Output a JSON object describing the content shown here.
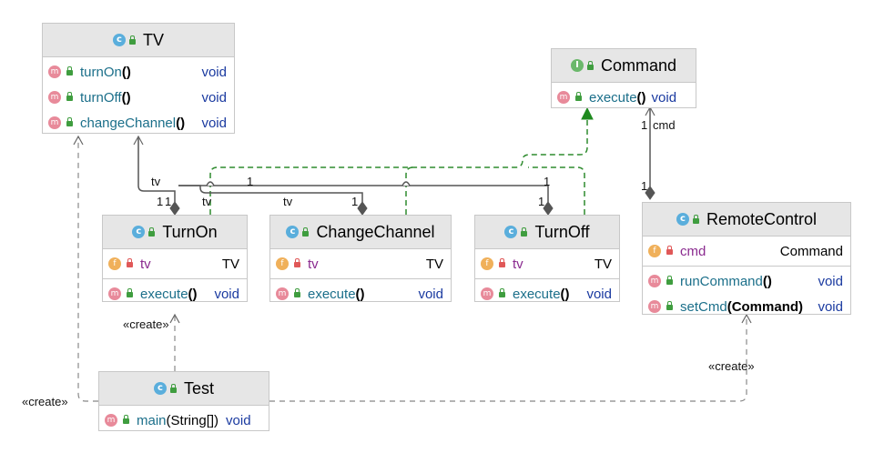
{
  "classes": {
    "tv": {
      "name": "TV",
      "methods": [
        {
          "name": "turnOn",
          "parens": "()",
          "params": "",
          "type": "void"
        },
        {
          "name": "turnOff",
          "parens": "()",
          "params": "",
          "type": "void"
        },
        {
          "name": "changeChannel",
          "parens": "()",
          "params": "",
          "type": "void"
        }
      ]
    },
    "command": {
      "name": "Command",
      "methods": [
        {
          "name": "execute",
          "parens": "()",
          "params": "",
          "type": "void"
        }
      ]
    },
    "turnon": {
      "name": "TurnOn",
      "fields": [
        {
          "name": "tv",
          "type": "TV"
        }
      ],
      "methods": [
        {
          "name": "execute",
          "parens": "()",
          "params": "",
          "type": "void"
        }
      ]
    },
    "changechannel": {
      "name": "ChangeChannel",
      "fields": [
        {
          "name": "tv",
          "type": "TV"
        }
      ],
      "methods": [
        {
          "name": "execute",
          "parens": "()",
          "params": "",
          "type": "void"
        }
      ]
    },
    "turnoff": {
      "name": "TurnOff",
      "fields": [
        {
          "name": "tv",
          "type": "TV"
        }
      ],
      "methods": [
        {
          "name": "execute",
          "parens": "()",
          "params": "",
          "type": "void"
        }
      ]
    },
    "remotecontrol": {
      "name": "RemoteControl",
      "fields": [
        {
          "name": "cmd",
          "type": "Command"
        }
      ],
      "methods": [
        {
          "name": "runCommand",
          "parens": "()",
          "params": "",
          "type": "void"
        },
        {
          "name": "setCmd",
          "parens_open": "(",
          "params": "Command",
          "parens_close": ")",
          "type": "void"
        }
      ]
    },
    "test": {
      "name": "Test",
      "methods": [
        {
          "name": "main",
          "parens_open": "(",
          "params": "String[]",
          "parens_close": ")",
          "type": "void"
        }
      ]
    }
  },
  "badges": {
    "class": "c",
    "interface": "I",
    "method": "m",
    "field": "f"
  },
  "edge_labels": {
    "tv_turnon_role": "tv",
    "tv_turnon_mult_a": "1",
    "tv_turnon_mult_b": "1",
    "tv_changechannel_mult_top": "1",
    "tv_changechannel_role": "tv",
    "tv_changechannel_mult": "1",
    "tv_turnoff_mult_top": "1",
    "tv_turnoff_mult": "1",
    "tv_role_left": "tv",
    "cmd_mult": "1",
    "cmd_role": "cmd",
    "remote_mult": "1",
    "create_turnon": "«create»",
    "create_tv": "«create»",
    "create_remote": "«create»"
  },
  "colors": {
    "realization": "#2e8b2e",
    "association": "#555555",
    "dependency": "#888888"
  }
}
